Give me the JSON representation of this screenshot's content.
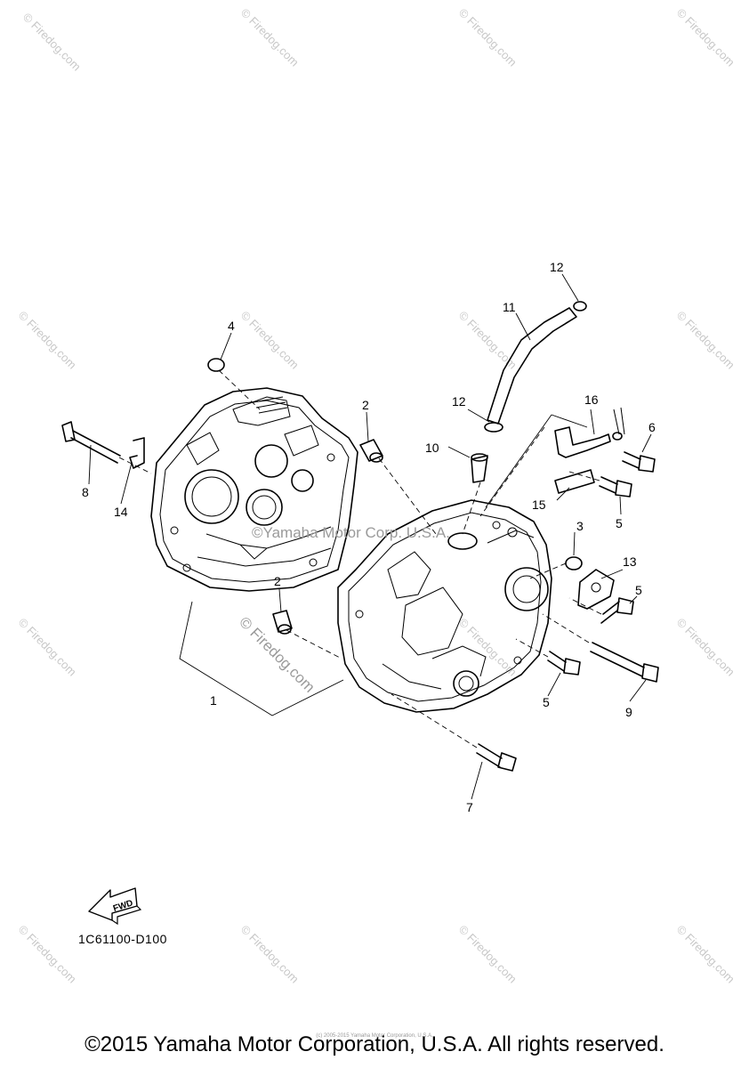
{
  "diagram": {
    "code": "1C61100-D100",
    "fwd_label": "FWD",
    "copyright": "©2015 Yamaha Motor Corporation, U.S.A. All rights reserved.",
    "small_copyright": "(c) 2005-2015 Yamaha Motor Corporation, U.S.A.",
    "watermarks": {
      "firedog": "© Firedog.com",
      "yamaha": "©Yamaha Motor Corp. U.S.A."
    },
    "callouts": [
      "1",
      "2",
      "2",
      "3",
      "4",
      "5",
      "5",
      "5",
      "6",
      "7",
      "8",
      "9",
      "10",
      "11",
      "12",
      "12",
      "13",
      "14",
      "15",
      "16"
    ]
  }
}
